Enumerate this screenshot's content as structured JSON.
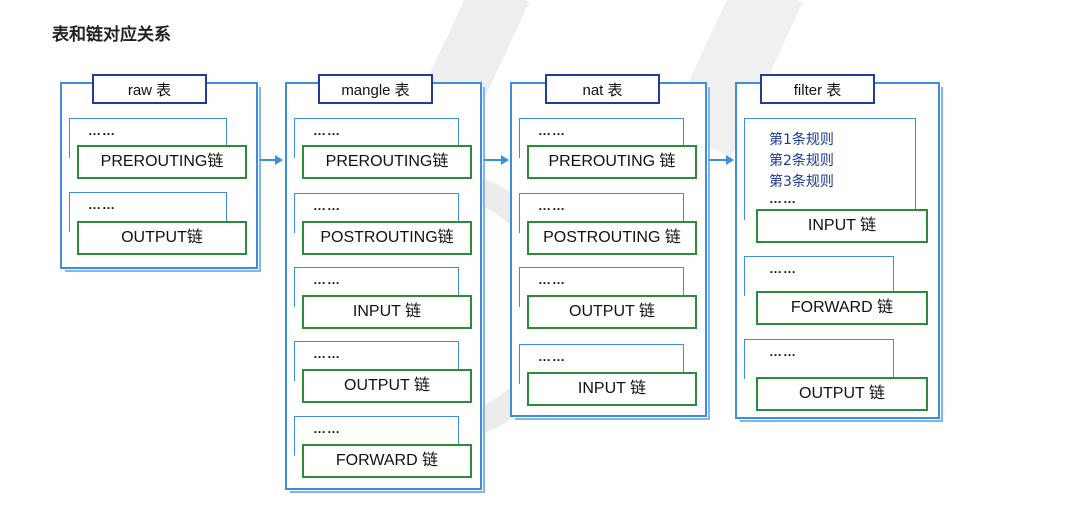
{
  "heading": "表和链对应关系",
  "dots": "……",
  "tables": [
    {
      "title": "raw 表",
      "chains": [
        "PREROUTING链",
        "OUTPUT链"
      ]
    },
    {
      "title": "mangle 表",
      "chains": [
        "PREROUTING链",
        "POSTROUTING链",
        "INPUT 链",
        "OUTPUT 链",
        "FORWARD 链"
      ]
    },
    {
      "title": "nat 表",
      "chains": [
        "PREROUTING 链",
        "POSTROUTING 链",
        "OUTPUT 链",
        "INPUT 链"
      ]
    },
    {
      "title": "filter 表",
      "rules": [
        "第1条规则",
        "第2条规则",
        "第3条规则"
      ],
      "chains": [
        "INPUT 链",
        "FORWARD 链",
        "OUTPUT 链"
      ]
    }
  ],
  "colors": {
    "group_border": "#3d8ee0",
    "title_border": "#1f3b9c",
    "chain_border": "#2e8b3a",
    "rule_text": "#1a3a9c"
  }
}
